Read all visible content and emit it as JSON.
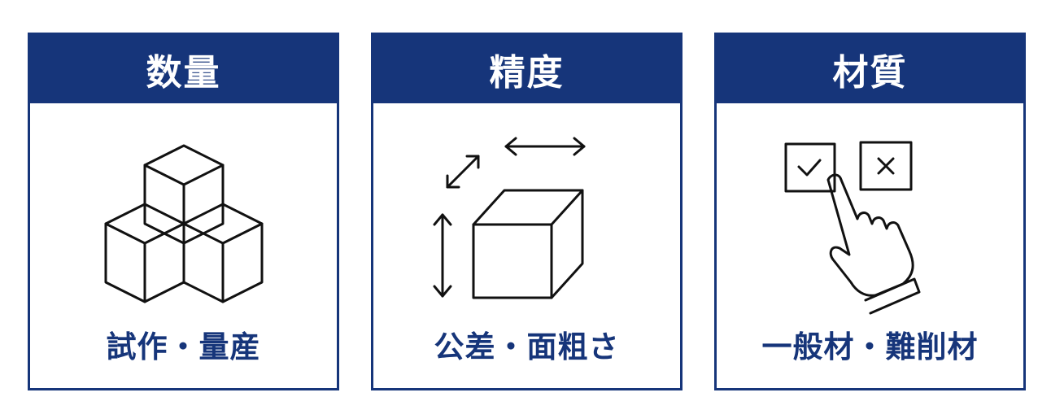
{
  "cards": [
    {
      "title": "数量",
      "caption": "試作・量産",
      "icon": "stacked-cubes-icon"
    },
    {
      "title": "精度",
      "caption": "公差・面粗さ",
      "icon": "cube-dimensions-icon"
    },
    {
      "title": "材質",
      "caption": "一般材・難削材",
      "icon": "hand-checkbox-select-icon"
    }
  ],
  "colors": {
    "brand_navy": "#16357a",
    "line_art": "#111111",
    "background": "#ffffff"
  }
}
